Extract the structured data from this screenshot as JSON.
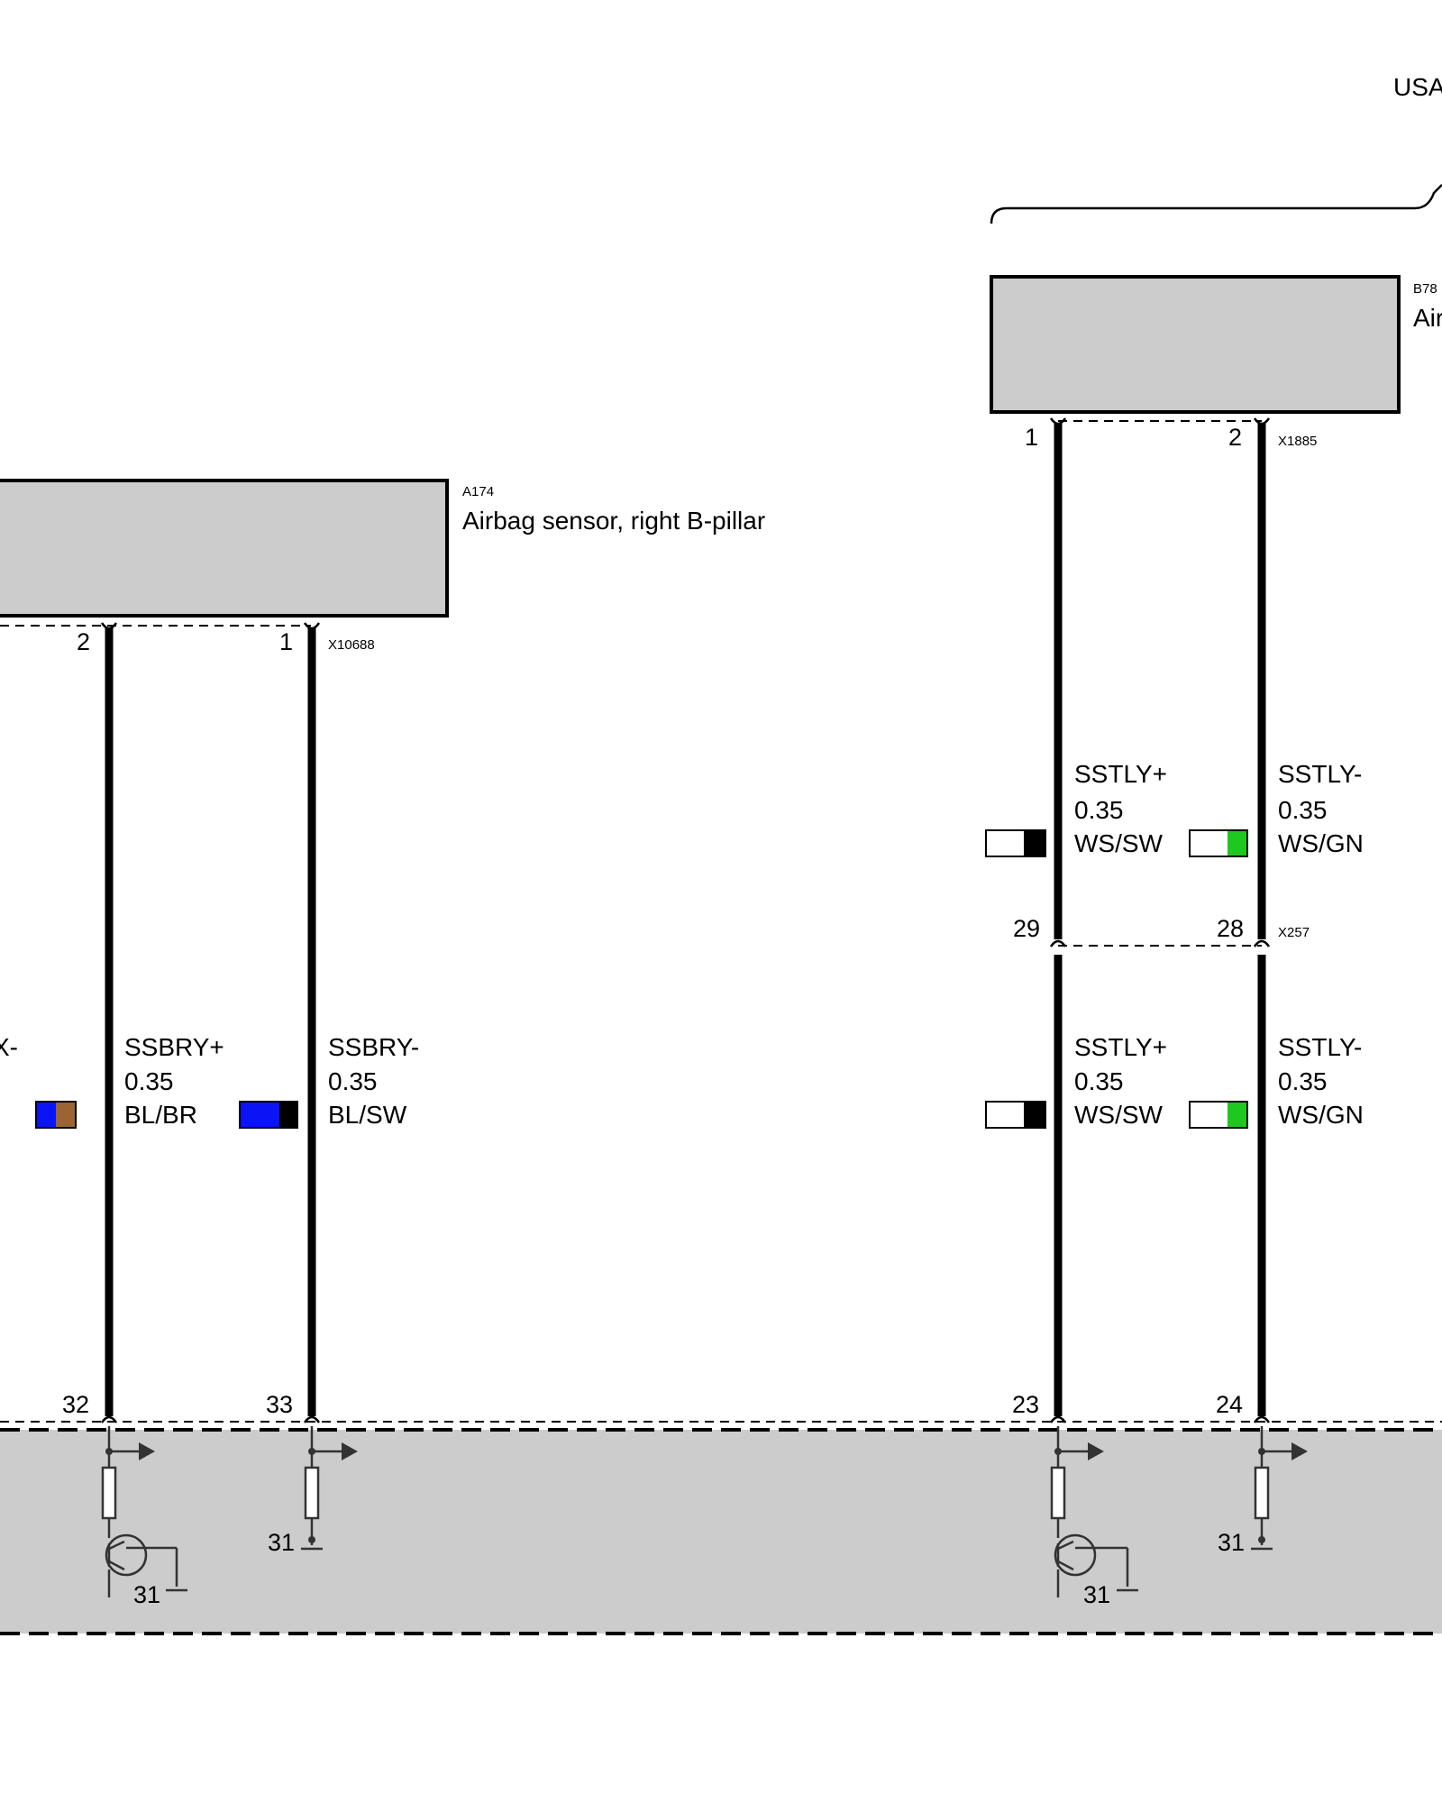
{
  "region": {
    "label": "USA"
  },
  "components": {
    "b78": {
      "id": "B78",
      "name": "Air"
    },
    "a174": {
      "id": "A174",
      "name": "Airbag sensor, right B-pillar"
    }
  },
  "connectors": {
    "x1885": "X1885",
    "x10688": "X10688",
    "x257": "X257"
  },
  "pins": {
    "b78_1": "1",
    "b78_2": "2",
    "a174_2": "2",
    "a174_1": "1",
    "x257_29": "29",
    "x257_28": "28",
    "ecu_32": "32",
    "ecu_33": "33",
    "ecu_23": "23",
    "ecu_24": "24"
  },
  "wires": {
    "partial_left": {
      "signal": "X-"
    },
    "ssbry_plus": {
      "signal": "SSBRY+",
      "gauge": "0.35",
      "color": "BL/BR",
      "c1": "#0a14f5",
      "c2": "#9b6432"
    },
    "ssbry_minus": {
      "signal": "SSBRY-",
      "gauge": "0.35",
      "color": "BL/SW",
      "c1": "#0a14f5",
      "c2": "#000000"
    },
    "sstly_plus_top": {
      "signal": "SSTLY+",
      "gauge": "0.35",
      "color": "WS/SW",
      "c1": "#ffffff",
      "c2": "#000000"
    },
    "sstly_minus_top": {
      "signal": "SSTLY-",
      "gauge": "0.35",
      "color": "WS/GN",
      "c1": "#ffffff",
      "c2": "#1ec81e"
    },
    "sstly_plus_bot": {
      "signal": "SSTLY+",
      "gauge": "0.35",
      "color": "WS/SW",
      "c1": "#ffffff",
      "c2": "#000000"
    },
    "sstly_minus_bot": {
      "signal": "SSTLY-",
      "gauge": "0.35",
      "color": "WS/GN",
      "c1": "#ffffff",
      "c2": "#1ec81e"
    }
  },
  "ground": {
    "label": "31"
  }
}
